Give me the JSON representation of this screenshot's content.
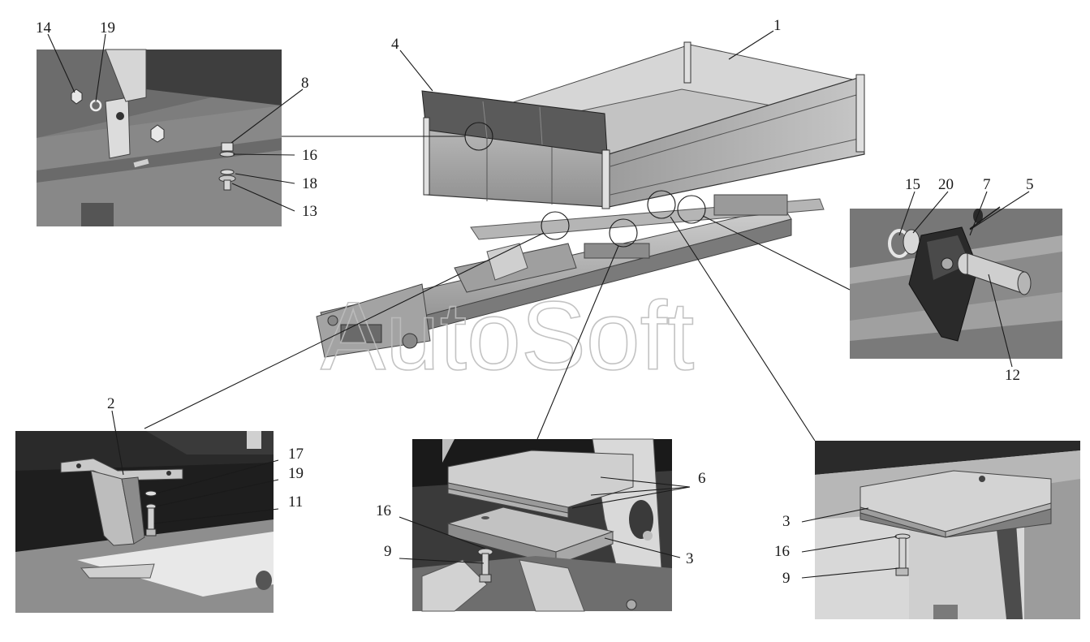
{
  "watermark": "AutoSoft",
  "callouts": {
    "main_1": "1",
    "main_4": "4",
    "p1_14": "14",
    "p1_19": "19",
    "p1_8": "8",
    "p1_16": "16",
    "p1_18": "18",
    "p1_13": "13",
    "p2_15": "15",
    "p2_20": "20",
    "p2_7": "7",
    "p2_5": "5",
    "p2_12": "12",
    "p3_2": "2",
    "p3_17": "17",
    "p3_19": "19",
    "p3_11": "11",
    "p4_6": "6",
    "p4_16": "16",
    "p4_9": "9",
    "p4_3": "3",
    "p5_3": "3",
    "p5_16": "16",
    "p5_9": "9"
  },
  "colors": {
    "metal_light": "#c9c9c9",
    "metal_mid": "#9b9b9b",
    "metal_dark": "#5e5e5e",
    "shadow": "#2f2f2f",
    "line": "#1a1a1a"
  }
}
